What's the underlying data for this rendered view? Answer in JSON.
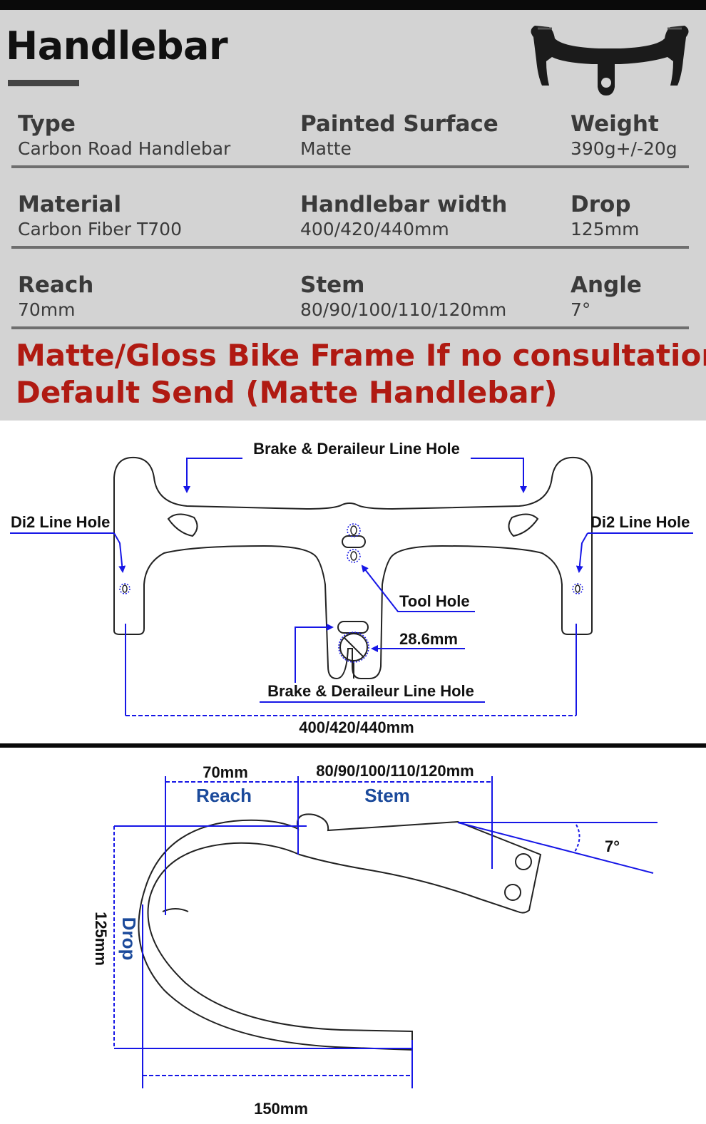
{
  "title": "Handlebar",
  "specs": [
    {
      "label": "Type",
      "value": "Carbon Road Handlebar"
    },
    {
      "label": "Painted Surface",
      "value": "Matte"
    },
    {
      "label": "Weight",
      "value": "390g+/-20g"
    },
    {
      "label": "Material",
      "value": "Carbon Fiber T700"
    },
    {
      "label": "Handlebar width",
      "value": "400/420/440mm"
    },
    {
      "label": "Drop",
      "value": "125mm"
    },
    {
      "label": "Reach",
      "value": "70mm"
    },
    {
      "label": "Stem",
      "value": "80/90/100/110/120mm"
    },
    {
      "label": "Angle",
      "value": "7°"
    }
  ],
  "notice": {
    "line1": "Matte/Gloss Bike Frame If no consultation",
    "line2": "Default Send (Matte Handlebar)"
  },
  "top_view": {
    "brake_line_hole_top": "Brake & Deraileur Line Hole",
    "di2_left": "Di2 Line Hole",
    "di2_right": "Di2 Line Hole",
    "tool_hole": "Tool Hole",
    "clamp_diameter": "28.6mm",
    "brake_line_hole_bottom": "Brake & Deraileur Line Hole",
    "width": "400/420/440mm"
  },
  "side_view": {
    "reach_value": "70mm",
    "reach_label": "Reach",
    "stem_value": "80/90/100/110/120mm",
    "stem_label": "Stem",
    "angle": "7°",
    "drop_value": "125mm",
    "drop_label": "Drop",
    "width": "150mm"
  },
  "colors": {
    "accent_blue": "#1616e6",
    "label_blue": "#1b4a9b",
    "notice_red": "#b01a12",
    "panel_gray": "#d3d3d3"
  }
}
